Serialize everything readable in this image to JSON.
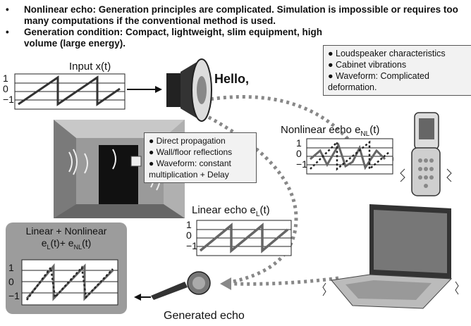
{
  "bullets": [
    "Nonlinear echo: Generation principles are complicated. Simulation is impossible or requires too many computations if the conventional method is used.",
    "Generation condition: Compact, lightweight, slim equipment, high volume (large energy)."
  ],
  "bullet_marker": "•",
  "input": {
    "title": "Input  x(t)",
    "ticks": [
      "1",
      "0",
      "−1"
    ]
  },
  "hello": "Hello,",
  "speaker_note": [
    "Loudspeaker characteristics",
    "Cabinet vibrations",
    "Waveform: Complicated deformation."
  ],
  "room_note": [
    "Direct propagation",
    "Wall/floor reflections",
    "Waveform: constant multiplication + Delay"
  ],
  "nonlinear": {
    "title_main": "Nonlinear echo e",
    "title_sub": "NL",
    "title_end": "(t)",
    "ticks": [
      "1",
      "0",
      "−1"
    ]
  },
  "linear": {
    "title_main": "Linear echo e",
    "title_sub": "L",
    "title_end": "(t)",
    "ticks": [
      "1",
      "0",
      "−1"
    ]
  },
  "combined": {
    "title1": "Linear + Nonlinear",
    "t2a": "e",
    "t2b": "L",
    "t2c": "(t)+ e",
    "t2d": "NL",
    "t2e": "(t)",
    "ticks": [
      "1",
      "0",
      "−1"
    ]
  },
  "generated": "Generated echo",
  "colors": {
    "callout_bg": "#f2f2f2",
    "dash": "#888888",
    "wave": "#444444",
    "dotted": "#222222"
  }
}
